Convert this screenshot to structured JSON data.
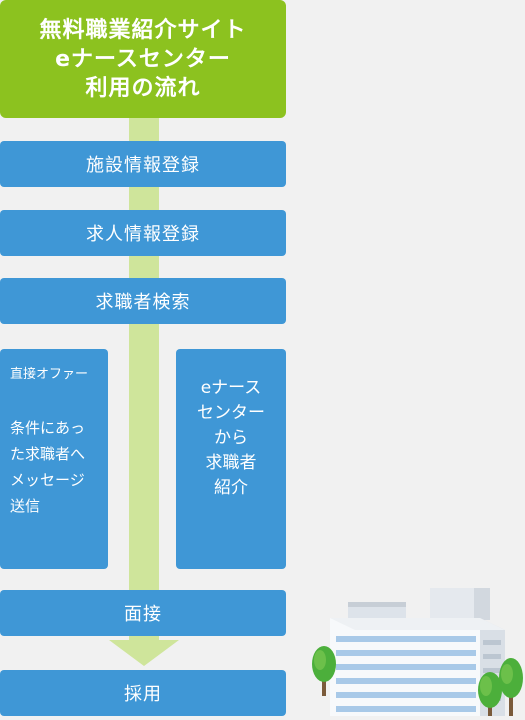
{
  "title": {
    "line1": "無料職業紹介サイト",
    "line2": "eナースセンター",
    "line3": "利用の流れ"
  },
  "steps": [
    {
      "label": "施設情報登録"
    },
    {
      "label": "求人情報登録"
    },
    {
      "label": "求職者検索"
    }
  ],
  "branch_left": {
    "heading": "直接オファー",
    "lines": [
      "条件にあっ",
      "た求職者へ",
      "メッセージ",
      "送信"
    ]
  },
  "branch_right": {
    "lines": [
      "eナース",
      "センター",
      "から",
      "求職者",
      "紹介"
    ]
  },
  "final_steps": [
    {
      "label": "面接"
    },
    {
      "label": "採用"
    }
  ],
  "colors": {
    "title_bg": "#8cc21f",
    "step_bg": "#3f97d6",
    "flow_line": "#cfe59b",
    "background": "#f1f1f1"
  }
}
